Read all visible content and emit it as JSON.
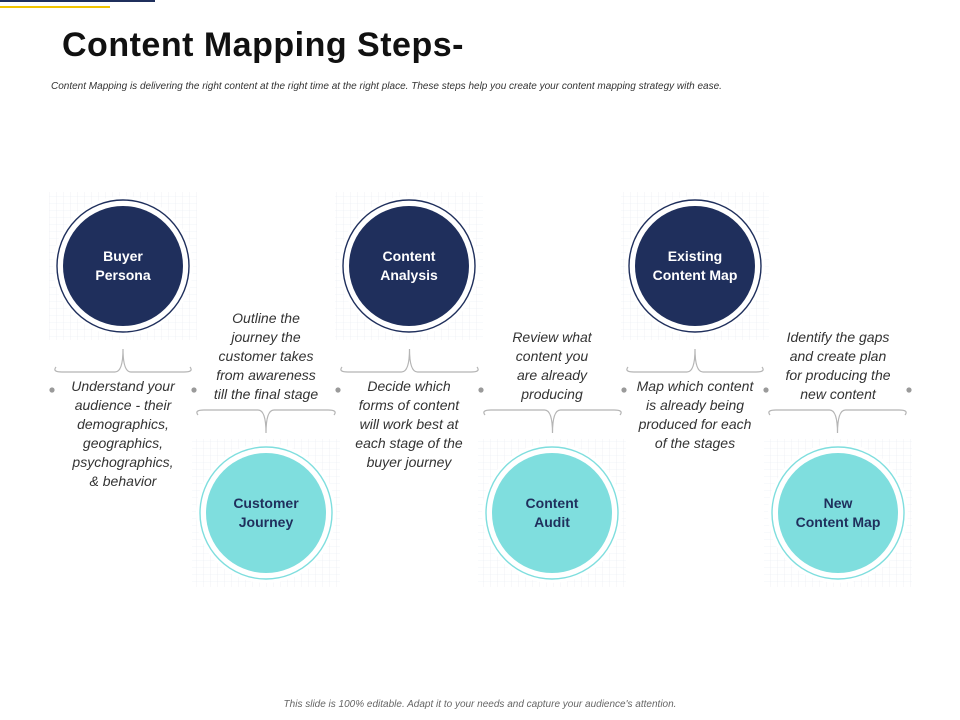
{
  "title": "Content Mapping Steps-",
  "subtitle": "Content Mapping is delivering the right content at the right time at the right place. These steps help you create your content mapping strategy with ease.",
  "footer": "This slide is 100% editable. Adapt it to your needs and capture your audience's attention.",
  "colors": {
    "dark_circle": "#1f2f5c",
    "light_circle": "#7fdede",
    "connector": "#9a9a9a"
  },
  "steps": [
    {
      "label_line1": "Buyer",
      "label_line2": "Persona",
      "description": [
        "Understand your",
        "audience - their",
        "demographics,",
        "geographics,",
        "psychographics,",
        "& behavior"
      ]
    },
    {
      "label_line1": "Customer",
      "label_line2": "Journey",
      "description": [
        "Outline the",
        "journey the",
        "customer takes",
        "from awareness",
        "till the final stage"
      ]
    },
    {
      "label_line1": "Content",
      "label_line2": "Analysis",
      "description": [
        "Decide which",
        "forms of content",
        "will work best at",
        "each stage of the",
        "buyer journey"
      ]
    },
    {
      "label_line1": "Content",
      "label_line2": "Audit",
      "description": [
        "Review what",
        "content you",
        "are already",
        "producing"
      ]
    },
    {
      "label_line1": "Existing",
      "label_line2": "Content Map",
      "description": [
        "Map which content",
        "is already being",
        "produced for each",
        "of the stages"
      ]
    },
    {
      "label_line1": "New",
      "label_line2": "Content Map",
      "description": [
        "Identify the gaps",
        "and create plan",
        "for producing the",
        "new content"
      ]
    }
  ]
}
